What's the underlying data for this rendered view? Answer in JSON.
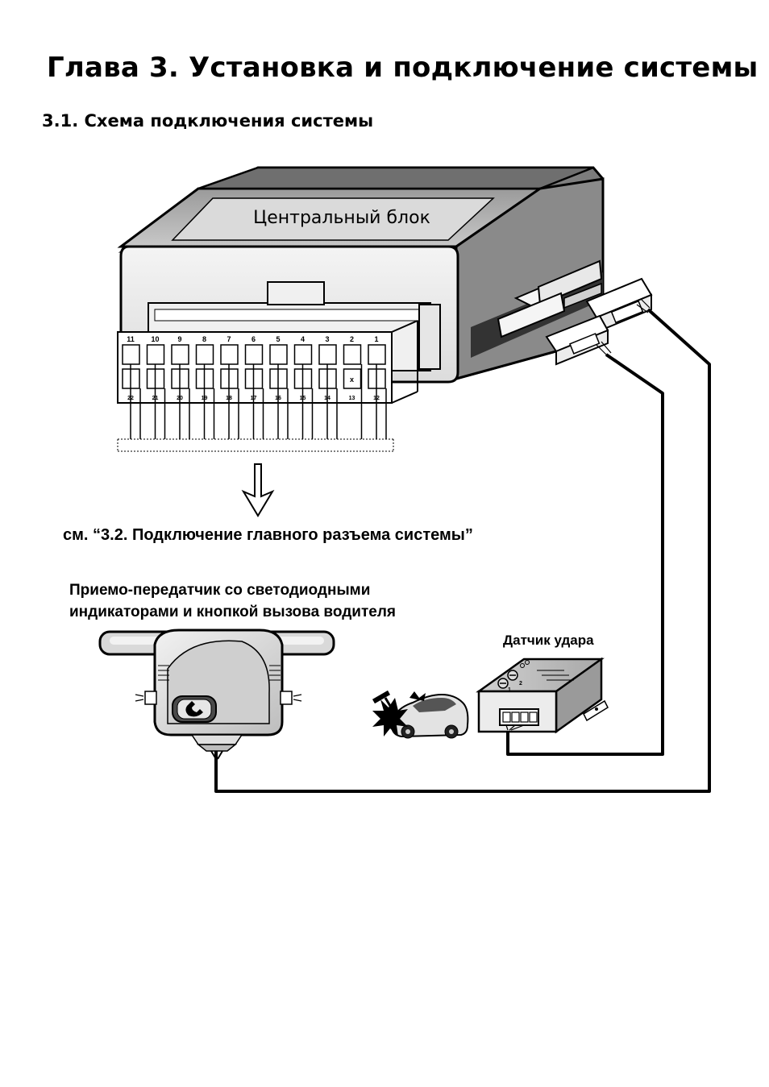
{
  "page": {
    "chapter_title": "Глава 3. Установка и подключение системы",
    "section_title": "3.1. Схема подключения системы"
  },
  "diagram": {
    "central_unit_label": "Центральный блок",
    "top_pins": [
      "11",
      "10",
      "9",
      "8",
      "7",
      "6",
      "5",
      "4",
      "3",
      "2",
      "1"
    ],
    "bottom_pins": [
      "22",
      "21",
      "20",
      "19",
      "18",
      "17",
      "16",
      "15",
      "14",
      "13",
      "12"
    ],
    "unused_pin_mark": "x",
    "reference_text": "см. “3.2. Подключение главного разъема системы”",
    "transceiver_caption_line1": "Приемо-передатчик со светодиодными",
    "transceiver_caption_line2": "индикаторами и кнопкой вызова водителя",
    "shock_sensor_caption": "Датчик удара",
    "sensor_dial_marks": [
      "1",
      "2"
    ]
  }
}
